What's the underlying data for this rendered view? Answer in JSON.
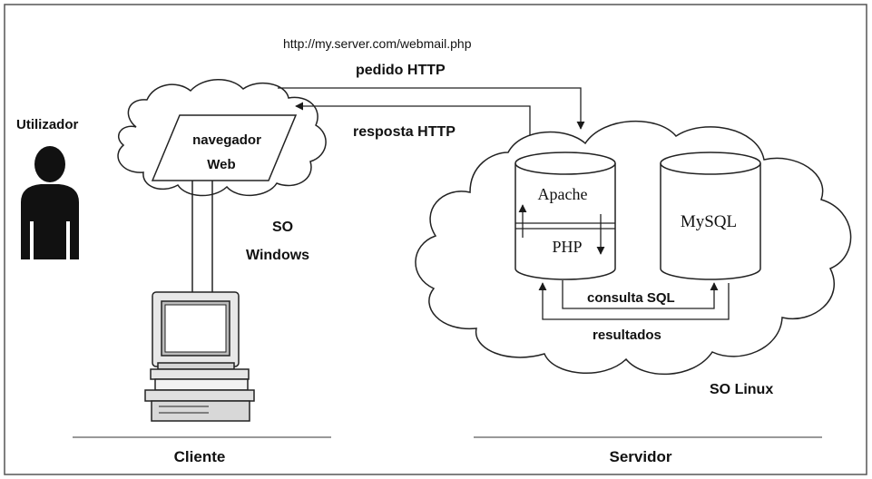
{
  "diagram": {
    "user_label": "Utilizador",
    "browser_line1": "navegador",
    "browser_line2": "Web",
    "url": "http://my.server.com/webmail.php",
    "request_label": "pedido HTTP",
    "response_label": "resposta HTTP",
    "client_os_line1": "SO",
    "client_os_line2": "Windows",
    "apache_label": "Apache",
    "php_label": "PHP",
    "mysql_label": "MySQL",
    "sql_query_label": "consulta SQL",
    "results_label": "resultados",
    "server_os_label": "SO Linux",
    "client_caption": "Cliente",
    "server_caption": "Servidor"
  },
  "colors": {
    "ink": "#1a1a1a",
    "frame": "#555555",
    "background": "#ffffff"
  },
  "icons": [
    "user-silhouette-icon",
    "desktop-computer-icon"
  ]
}
